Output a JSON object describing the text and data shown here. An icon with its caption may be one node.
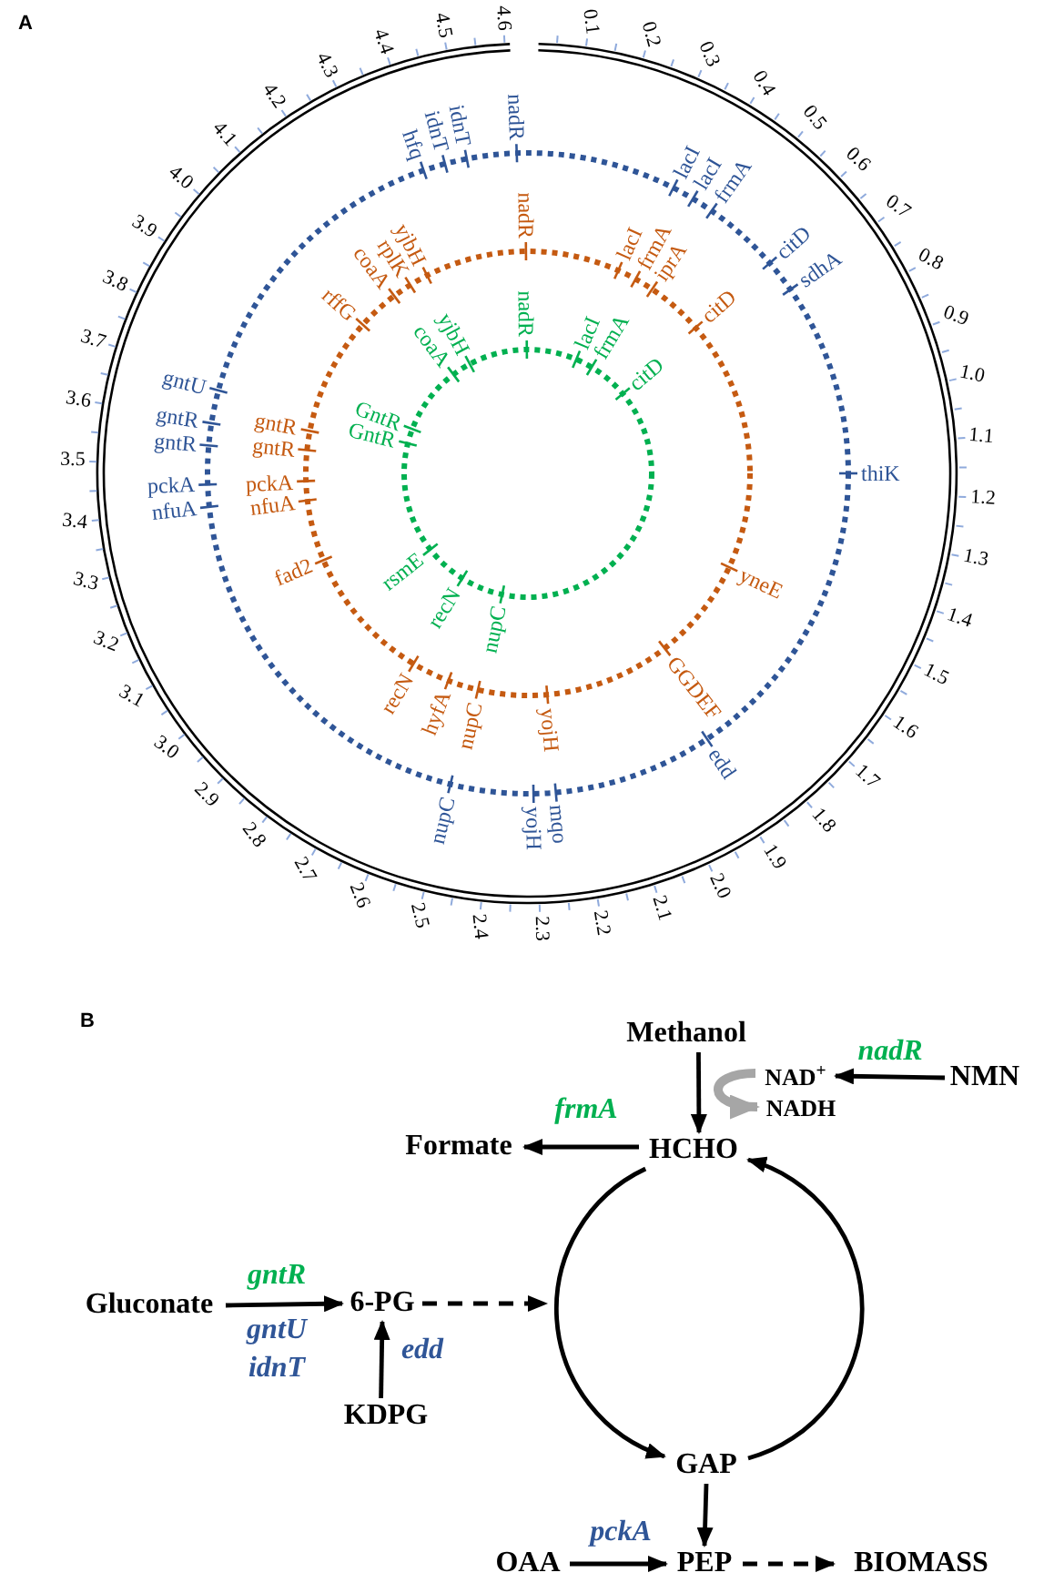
{
  "diagram": {
    "nodes": [
      {
        "text": [
          "Methanol"
        ]
      },
      {
        "text": [
          "NAD$^{+}$"
        ]
      },
      {
        "text": [
          "NADH"
        ]
      },
      {
        "text": [
          "NMN"
        ]
      },
      {
        "text": [
          "Formate"
        ]
      },
      {
        "text": [
          "HCHO"
        ]
      },
      {
        "text": [
          "Gluconate"
        ]
      },
      {
        "text": [
          "6-PG"
        ]
      },
      {
        "text": [
          "KDPG"
        ]
      },
      {
        "text": [
          "GAP"
        ]
      },
      {
        "text": [
          "OAA"
        ]
      },
      {
        "text": [
          "PEP"
        ]
      },
      {
        "text": [
          "BIOMASS"
        ]
      }
    ],
    "edges": [
      {
        "from": 0,
        "to": 5,
        "arrow": "to"
      },
      {
        "from": 1,
        "to": 2,
        "arrow": "to",
        "style": "thick",
        "color": "#a6a6a6"
      },
      {
        "from": 3,
        "to": 1,
        "arrow": "to",
        "label": "nadR"
      },
      {
        "from": 5,
        "to": 4,
        "arrow": "to",
        "label": "frmA"
      },
      {
        "from": 5,
        "to": 9,
        "arrow": "to"
      },
      {
        "from": 9,
        "to": 5,
        "arrow": "to"
      },
      {
        "from": 6,
        "to": 7,
        "arrow": "to",
        "label": "gntR"
      },
      {
        "from": 8,
        "to": 7,
        "arrow": "to",
        "label": "edd"
      },
      {
        "from": 7,
        "to": null,
        "arrow": "to",
        "style": "dashed"
      },
      {
        "from": 9,
        "to": 11,
        "arrow": "to"
      },
      {
        "from": 10,
        "to": 11,
        "arrow": "to",
        "label": "pckA"
      },
      {
        "from": 11,
        "to": 12,
        "arrow": "to",
        "style": "dashed"
      }
    ],
    "labels": [
      "A",
      "0.1",
      "0.2",
      "0.3",
      "0.4",
      "0.5",
      "0.6",
      "0.7",
      "0.8",
      "0.9",
      "1.0",
      "1.1",
      "1.2",
      "1.3",
      "1.4",
      "1.5",
      "1.6",
      "1.7",
      "1.8",
      "1.9",
      "2.0",
      "2.1",
      "2.2",
      "2.3",
      "2.4",
      "2.5",
      "2.6",
      "2.7",
      "2.8",
      "2.9",
      "3.0",
      "3.1",
      "3.2",
      "3.3",
      "3.4",
      "3.5",
      "3.6",
      "3.7",
      "3.8",
      "3.9",
      "4.0",
      "4.1",
      "4.2",
      "4.3",
      "4.4",
      "4.5",
      "4.6",
      "nadR",
      "lacI",
      "lacI",
      "frmA",
      "citD",
      "sdhA",
      "thiK",
      "edd",
      "mqo",
      "yojH",
      "nupC",
      "nfuA",
      "pckA",
      "gntR",
      "gntR",
      "gntU",
      "hfq",
      "idnT",
      "idnT",
      "nadR",
      "lacI",
      "frmA",
      "iprA",
      "citD",
      "yneE",
      "GGDEF",
      "yojH",
      "nupC",
      "hyfA",
      "recN",
      "fad2",
      "nfuA",
      "pckA",
      "gntR",
      "gntR",
      "rffG",
      "coaA",
      "rplK",
      "yjbH",
      "nadR",
      "lacI",
      "frmA",
      "citD",
      "nupC",
      "recN",
      "rsmE",
      "GntR",
      "GntR",
      "coaA",
      "yjbH",
      "B",
      "gntU",
      "idnT"
    ]
  }
}
